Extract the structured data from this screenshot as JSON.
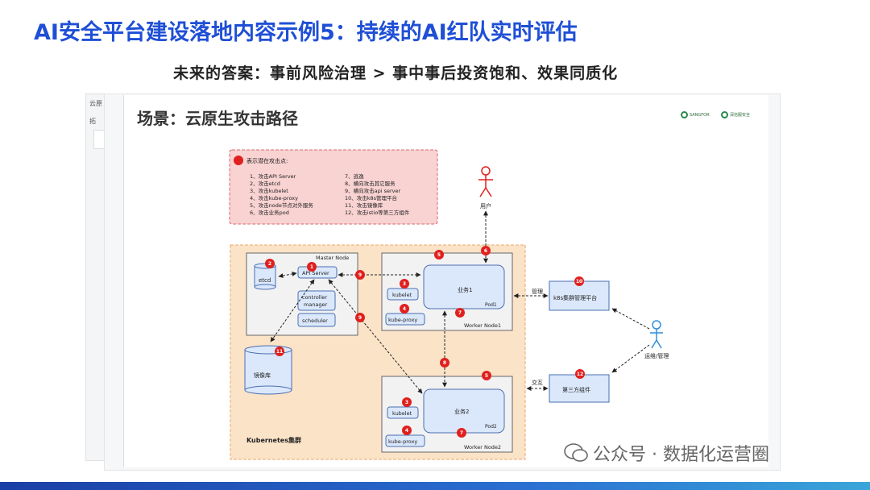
{
  "header": {
    "title": "AI安全平台建设落地内容示例5：持续的AI红队实时评估",
    "subtitle": "未来的答案：事前风险治理 > 事中事后投资饱和、效果同质化"
  },
  "embed_left": {
    "tab1": "云原",
    "tab2": "拓"
  },
  "slide": {
    "title": "场景：云原生攻击路径",
    "logo1": "SANGFOR",
    "logo2": "深信服安全"
  },
  "legend": {
    "title": "表示潜在攻击点:",
    "items_left": [
      "1、攻击API Server",
      "2、攻击etcd",
      "3、攻击kubelet",
      "4、攻击kube-proxy",
      "5、攻击node节点对外服务",
      "6、攻击业务pod"
    ],
    "items_right": [
      "7、逃逸",
      "8、横向攻击其它服务",
      "9、横向攻击api server",
      "10、攻击k8s管理平台",
      "11、攻击镜像库",
      "12、攻击istio等第三方组件"
    ]
  },
  "nodes": {
    "master_node": "Master Node",
    "api_server": "API Server",
    "etcd": "etcd",
    "controller_manager_1": "controller",
    "controller_manager_2": "manager",
    "scheduler": "scheduler",
    "kubelet": "kubelet",
    "kube_proxy": "kube-proxy",
    "business1": "业务1",
    "pod1": "Pod1",
    "worker_node1": "Worker Node1",
    "business2": "业务2",
    "pod2": "Pod2",
    "worker_node2": "Worker Node2",
    "registry": "镜像库",
    "cluster": "Kubernetes集群",
    "user": "用户",
    "k8s_platform": "k8s集群管理平台",
    "third_party": "第三方组件",
    "ops": "运维/管理",
    "manage_label": "管理",
    "interact_label": "交互"
  },
  "markers": [
    "1",
    "2",
    "3",
    "4",
    "5",
    "6",
    "7",
    "8",
    "9",
    "10",
    "11",
    "12"
  ],
  "watermark": "公众号 · 数据化运营圈",
  "colors": {
    "title_blue": "#1f4fd6",
    "attack_red": "#e0201e",
    "cluster_orange": "#fbe3c8",
    "node_blue": "#dbe8fb",
    "legend_pink": "#f9d2d2"
  }
}
